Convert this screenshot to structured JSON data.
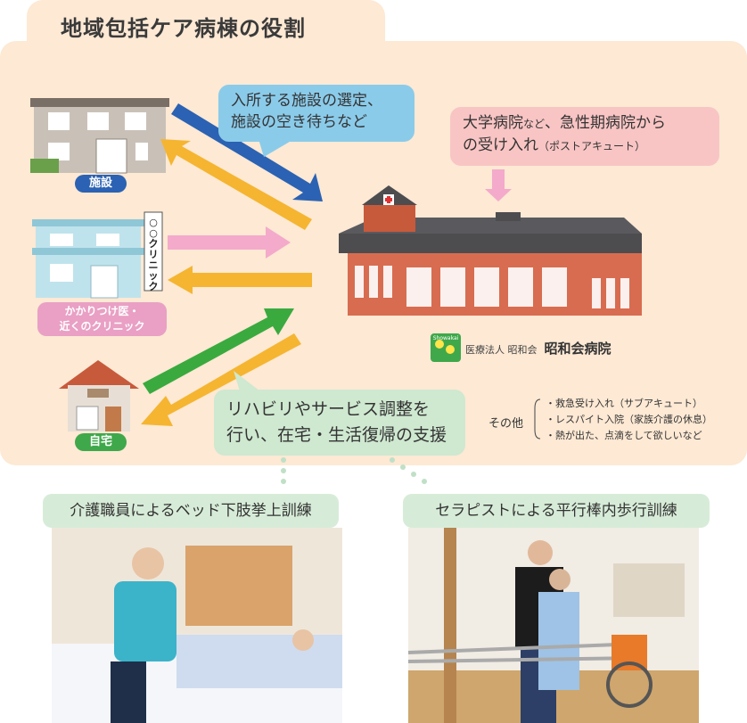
{
  "title": "地域包括ケア病棟の役割",
  "sources": {
    "facility": "施設",
    "clinic": "かかりつけ医・\n近くのクリニック",
    "clinic_sign": "○○クリニック",
    "home": "自宅"
  },
  "bubbles": {
    "facility": [
      "入所する施設の選定、",
      "施設の空き待ちなど"
    ],
    "hospital_line1_main": "大学病院",
    "hospital_line1_small": "など",
    "hospital_line1_rest": "、急性期病院から",
    "hospital_line2_main": "の受け入れ",
    "hospital_line2_small": "（ポストアキュート）",
    "home": [
      "リハビリやサービス調整を",
      "行い、在宅・生活復帰の支援"
    ]
  },
  "hospital": {
    "logo_text": "Showakai",
    "corp": "医療法人 昭和会",
    "name": "昭和会病院"
  },
  "other": {
    "label": "その他",
    "items": [
      "・救急受け入れ（サブアキュート）",
      "・レスパイト入院（家族介護の休息）",
      "・熱が出た、点滴をして欲しいなど"
    ]
  },
  "photos": {
    "left_caption": "介護職員によるベッド下肢挙上訓練",
    "right_caption": "セラピストによる平行棒内歩行訓練"
  },
  "colors": {
    "panel": "#fde9d4",
    "blue_arrow": "#2b62b3",
    "yellow_arrow": "#f5b531",
    "pink_arrow": "#f4aacb",
    "green_arrow": "#3aaa3f"
  }
}
